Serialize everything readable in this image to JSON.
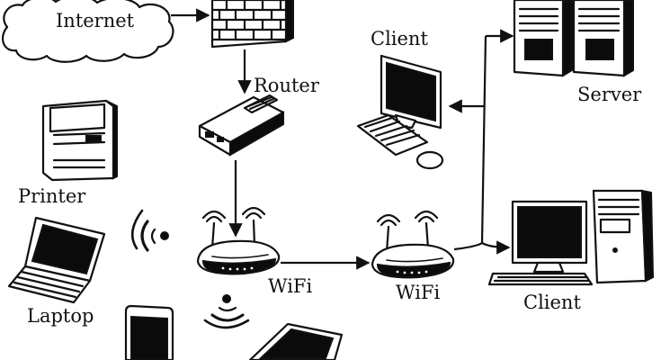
{
  "diagram": {
    "labels": {
      "internet": "Internet",
      "router": "Router",
      "client_top": "Client",
      "server": "Server",
      "printer": "Printer",
      "laptop": "Laptop",
      "wifi_left": "WiFi",
      "wifi_right": "WiFi",
      "client_bottom": "Client"
    },
    "nodes": [
      {
        "id": "internet",
        "icon": "cloud-icon"
      },
      {
        "id": "firewall",
        "icon": "brick-wall-icon"
      },
      {
        "id": "router",
        "icon": "router-icon"
      },
      {
        "id": "client_top",
        "icon": "desktop-computer-icon"
      },
      {
        "id": "server",
        "icon": "server-tower-icon"
      },
      {
        "id": "printer",
        "icon": "printer-icon"
      },
      {
        "id": "laptop",
        "icon": "laptop-icon"
      },
      {
        "id": "wifi_left",
        "icon": "wireless-router-icon"
      },
      {
        "id": "wifi_right",
        "icon": "wireless-router-icon"
      },
      {
        "id": "client_bottom",
        "icon": "desktop-computer-icon"
      },
      {
        "id": "phone",
        "icon": "smartphone-icon"
      },
      {
        "id": "tablet",
        "icon": "tablet-icon"
      }
    ],
    "edges": [
      {
        "from": "internet",
        "to": "firewall"
      },
      {
        "from": "firewall",
        "to": "router"
      },
      {
        "from": "router",
        "to": "wifi_left"
      },
      {
        "from": "wifi_left",
        "to": "wifi_right"
      },
      {
        "from": "wifi_right",
        "to": "client_top"
      },
      {
        "from": "wifi_right",
        "to": "server"
      },
      {
        "from": "wifi_right",
        "to": "client_bottom"
      }
    ],
    "colors": {
      "ink": "#111111",
      "background": "#ffffff"
    }
  }
}
